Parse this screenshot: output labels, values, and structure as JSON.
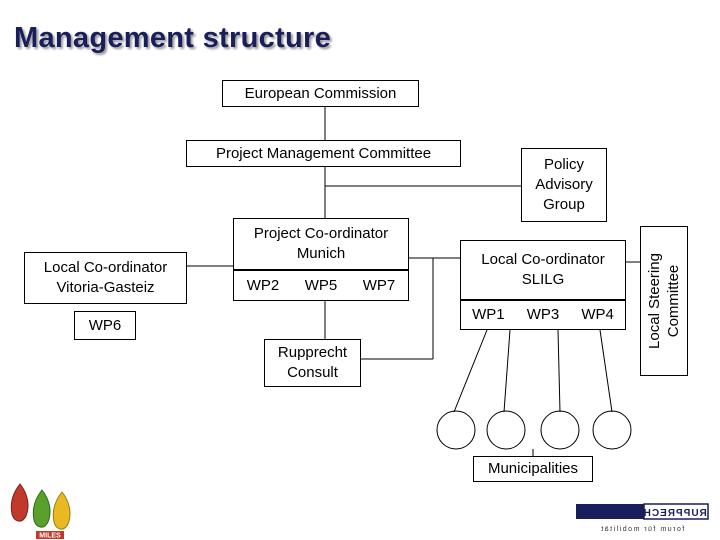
{
  "title": "Management structure",
  "boxes": {
    "european_commission": "European Commission",
    "project_management_committee": "Project Management Committee",
    "policy_advisory_group": [
      "Policy",
      "Advisory",
      "Group"
    ],
    "project_coordinator": [
      "Project Co-ordinator",
      "Munich"
    ],
    "project_coordinator_wps": [
      "WP2",
      "WP5",
      "WP7"
    ],
    "local_coordinator_vitoria": [
      "Local Co-ordinator",
      "Vitoria-Gasteiz"
    ],
    "wp6": "WP6",
    "local_coordinator_slilg": [
      "Local Co-ordinator",
      "SLILG"
    ],
    "slilg_wps": [
      "WP1",
      "WP3",
      "WP4"
    ],
    "rupprecht_consult": [
      "Rupprecht",
      "Consult"
    ],
    "local_steering_committee": [
      "Local Steering",
      "Committee"
    ],
    "municipalities": "Municipalities"
  },
  "logos": {
    "right_logo_text": "RUPPRECHT CONSULT",
    "right_logo_tagline": "forum für mobilität",
    "left_logo_text": "MILES"
  },
  "colors": {
    "title": "#1a1f5c",
    "logo_red": "#c0392b",
    "logo_green": "#5aa02c",
    "logo_yellow": "#e8b923"
  }
}
